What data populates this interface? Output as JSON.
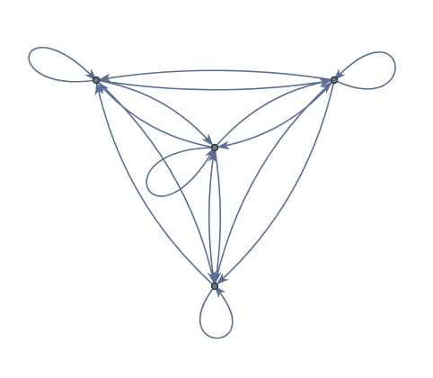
{
  "graph": {
    "type": "directed-multigraph",
    "colors": {
      "edge": "#5b6f93",
      "node_fill": "#6f7480",
      "node_stroke": "#2f3238",
      "background": "#ffffff"
    },
    "nodes": [
      {
        "id": "left"
      },
      {
        "id": "right"
      },
      {
        "id": "center"
      },
      {
        "id": "bottom"
      }
    ],
    "edges": [
      {
        "from": "left",
        "to": "left"
      },
      {
        "from": "right",
        "to": "right"
      },
      {
        "from": "center",
        "to": "center"
      },
      {
        "from": "bottom",
        "to": "bottom"
      },
      {
        "from": "left",
        "to": "right"
      },
      {
        "from": "right",
        "to": "left"
      },
      {
        "from": "left",
        "to": "center"
      },
      {
        "from": "center",
        "to": "left"
      },
      {
        "from": "right",
        "to": "center"
      },
      {
        "from": "center",
        "to": "right"
      },
      {
        "from": "left",
        "to": "bottom"
      },
      {
        "from": "bottom",
        "to": "left"
      },
      {
        "from": "right",
        "to": "bottom"
      },
      {
        "from": "bottom",
        "to": "right"
      },
      {
        "from": "center",
        "to": "bottom"
      },
      {
        "from": "bottom",
        "to": "center"
      }
    ]
  }
}
